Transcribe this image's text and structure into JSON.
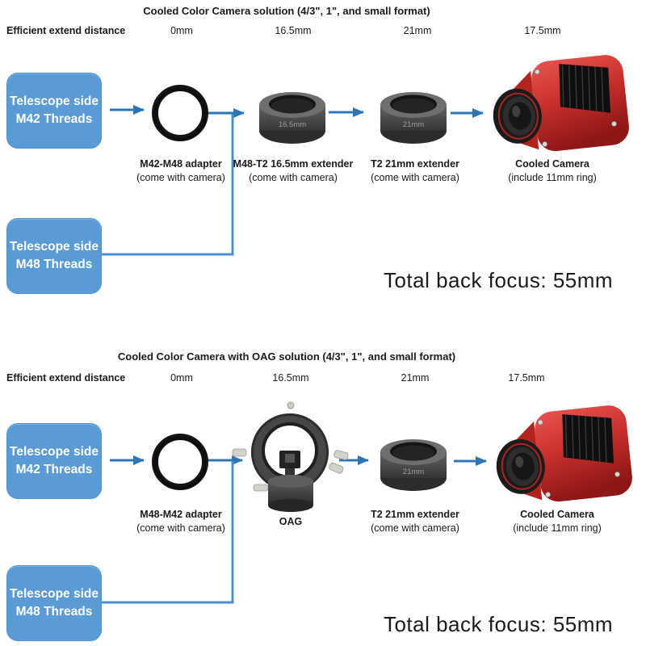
{
  "colors": {
    "box_blue": "#5b9bd5",
    "arrow_blue": "#2e75b6",
    "connector_blue": "#4a8fd1",
    "camera_red": "#c62f2b",
    "text_dark": "#1a1a1a"
  },
  "top": {
    "title": "Cooled Color Camera solution (4/3\", 1\", and small format)",
    "row_label": "Efficient extend distance",
    "distances": [
      "0mm",
      "16.5mm",
      "21mm",
      "17.5mm"
    ],
    "box_m42": {
      "line1": "Telescope side",
      "line2": "M42 Threads"
    },
    "box_m48": {
      "line1": "Telescope side",
      "line2": "M48 Threads"
    },
    "components": [
      {
        "name": "M42-M48 adapter",
        "sub": "(come with camera)"
      },
      {
        "name": "M48-T2 16.5mm extender",
        "sub": "(come with camera)",
        "engraving": "16.5mm"
      },
      {
        "name": "T2 21mm extender",
        "sub": "(come with camera)",
        "engraving": "21mm"
      },
      {
        "name": "Cooled Camera",
        "sub": "(include 11mm ring)"
      }
    ],
    "total": "Total back focus: 55mm"
  },
  "bottom": {
    "title": "Cooled Color Camera with OAG solution (4/3\", 1\", and small format)",
    "row_label": "Efficient extend distance",
    "distances": [
      "0mm",
      "16.5mm",
      "21mm",
      "17.5mm"
    ],
    "box_m42": {
      "line1": "Telescope side",
      "line2": "M42 Threads"
    },
    "box_m48": {
      "line1": "Telescope side",
      "line2": "M48 Threads"
    },
    "components": [
      {
        "name": "M48-M42 adapter",
        "sub": "(come with camera)"
      },
      {
        "name": "OAG",
        "sub": ""
      },
      {
        "name": "T2 21mm extender",
        "sub": "(come with camera)",
        "engraving": "21mm"
      },
      {
        "name": "Cooled Camera",
        "sub": "(include 11mm ring)"
      }
    ],
    "total": "Total back focus: 55mm"
  }
}
